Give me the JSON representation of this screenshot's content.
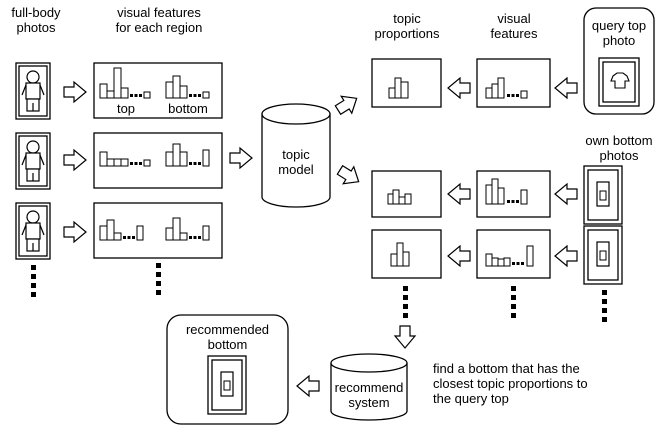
{
  "labels": {
    "full_body_photos": "full-body\nphotos",
    "visual_features_region": "visual features\nfor each region",
    "top": "top",
    "bottom": "bottom",
    "topic_model": "topic\nmodel",
    "topic_proportions": "topic\nproportions",
    "visual_features": "visual\nfeatures",
    "query_top_photo": "query top\nphoto",
    "own_bottom_photos": "own bottom\nphotos",
    "recommended_bottom": "recommended\nbottom",
    "recommend_system": "recommend\nsystem",
    "find_bottom": "find a bottom that has the\nclosest topic proportions to\nthe query top"
  }
}
